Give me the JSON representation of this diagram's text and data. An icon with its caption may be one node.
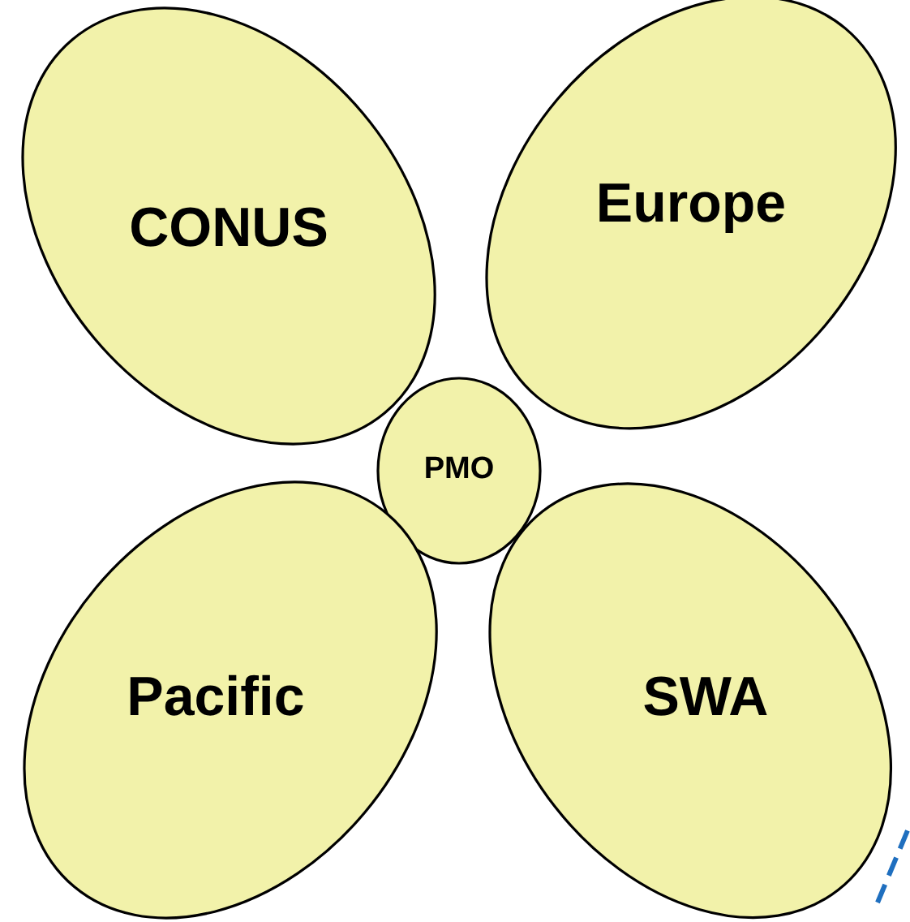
{
  "diagram": {
    "nodes": [
      {
        "text": [
          "CONUS"
        ]
      },
      {
        "text": [
          "Europe"
        ]
      },
      {
        "text": [
          "PMO"
        ]
      },
      {
        "text": [
          "Pacific"
        ]
      },
      {
        "text": [
          "SWA"
        ]
      }
    ]
  }
}
